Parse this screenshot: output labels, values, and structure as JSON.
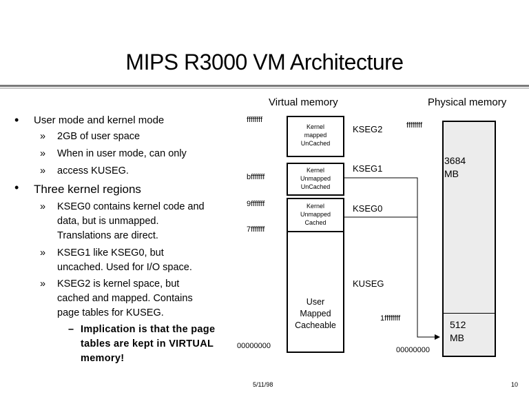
{
  "slide": {
    "title": "MIPS R3000 VM Architecture",
    "date": "5/11/98",
    "page_number": "10"
  },
  "bullets": {
    "b1": "User mode and kernel mode",
    "b1_subs": [
      "2GB of user space",
      "When in user mode, can only",
      "access KUSEG."
    ],
    "b2": "Three kernel regions",
    "b2_subs": [
      [
        "KSEG0 contains kernel code and",
        "data, but is unmapped.",
        "Translations are direct."
      ],
      [
        "KSEG1 like KSEG0, but",
        "uncached. Used for I/O space."
      ],
      [
        "KSEG2 is kernel space, but",
        "cached and mapped. Contains",
        "page tables for KUSEG."
      ]
    ],
    "implication": [
      "Implication is that the page",
      "tables are kept in VIRTUAL",
      "memory!"
    ],
    "sub_marker": "»",
    "bullet_marker": "•",
    "dash_marker": "–"
  },
  "diagram": {
    "virtual_label": "Virtual memory",
    "physical_label": "Physical memory",
    "vaddr": {
      "top": "ffffffff",
      "kseg1_start": "bfffffff",
      "kseg0_start": "9fffffff",
      "kuseg_top": "7fffffff",
      "bottom": "00000000"
    },
    "segments": {
      "kseg2": {
        "name": "KSEG2",
        "lines": [
          "Kernel",
          "mapped",
          "UnCached"
        ]
      },
      "kseg1": {
        "name": "KSEG1",
        "lines": [
          "Kernel",
          "Unmapped",
          "UnCached"
        ]
      },
      "kseg0": {
        "name": "KSEG0",
        "lines": [
          "Kernel",
          "Unmapped",
          "Cached"
        ]
      },
      "kuseg": {
        "name": "KUSEG",
        "lines": [
          "User",
          "Mapped",
          "Cacheable"
        ]
      }
    },
    "paddr": {
      "top": "ffffffff",
      "mid": "1ffffffff",
      "bottom": "00000000"
    },
    "phys": {
      "upper_size": "3684",
      "upper_unit": "MB",
      "lower_size": "512",
      "lower_unit": "MB"
    }
  }
}
